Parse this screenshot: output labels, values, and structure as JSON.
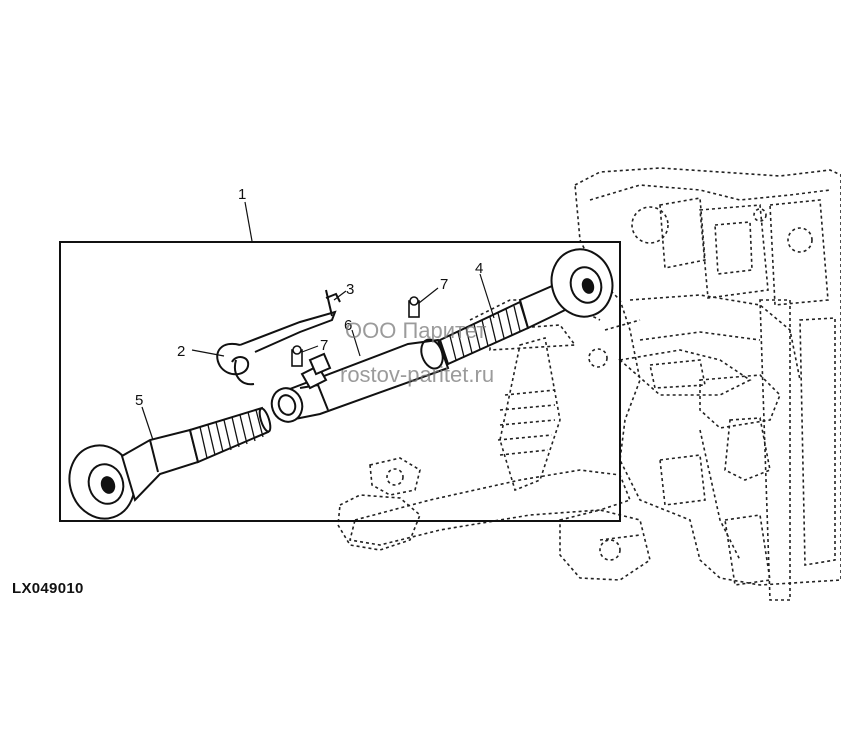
{
  "diagram": {
    "ref_code": "LX049010",
    "callouts": [
      {
        "id": "c1",
        "label": "1"
      },
      {
        "id": "c2",
        "label": "2"
      },
      {
        "id": "c3",
        "label": "3"
      },
      {
        "id": "c4",
        "label": "4"
      },
      {
        "id": "c5",
        "label": "5"
      },
      {
        "id": "c6",
        "label": "6"
      },
      {
        "id": "c7a",
        "label": "7"
      },
      {
        "id": "c7b",
        "label": "7"
      }
    ],
    "watermark": {
      "line1": "ООО Паритет",
      "line2": "rostov-paritet.ru"
    }
  }
}
